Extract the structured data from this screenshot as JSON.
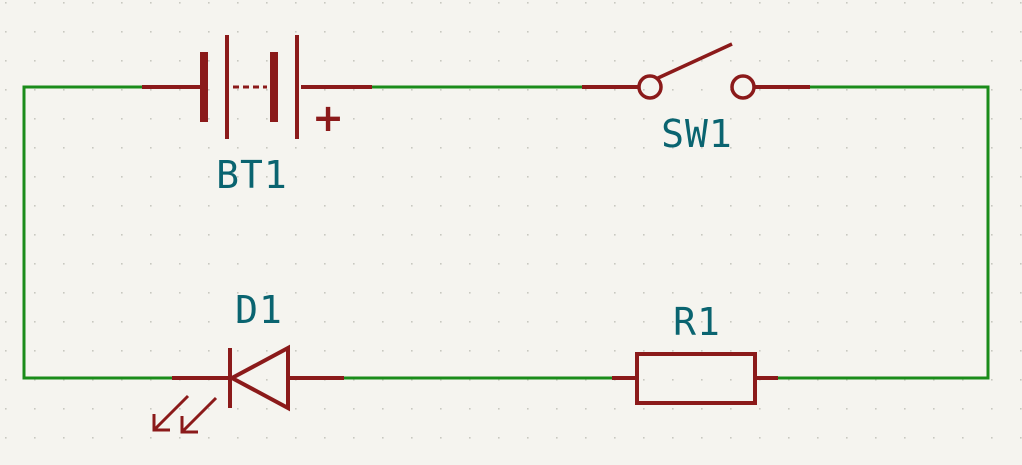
{
  "colors": {
    "background": "#f5f4ef",
    "grid_dot": "#c8c8c0",
    "wire": "#1a8c1a",
    "component": "#8b1a1a",
    "label": "#0a6470"
  },
  "components": {
    "battery": {
      "ref": "BT1",
      "polarity_mark": "+"
    },
    "switch": {
      "ref": "SW1"
    },
    "led": {
      "ref": "D1"
    },
    "resistor": {
      "ref": "R1"
    }
  }
}
